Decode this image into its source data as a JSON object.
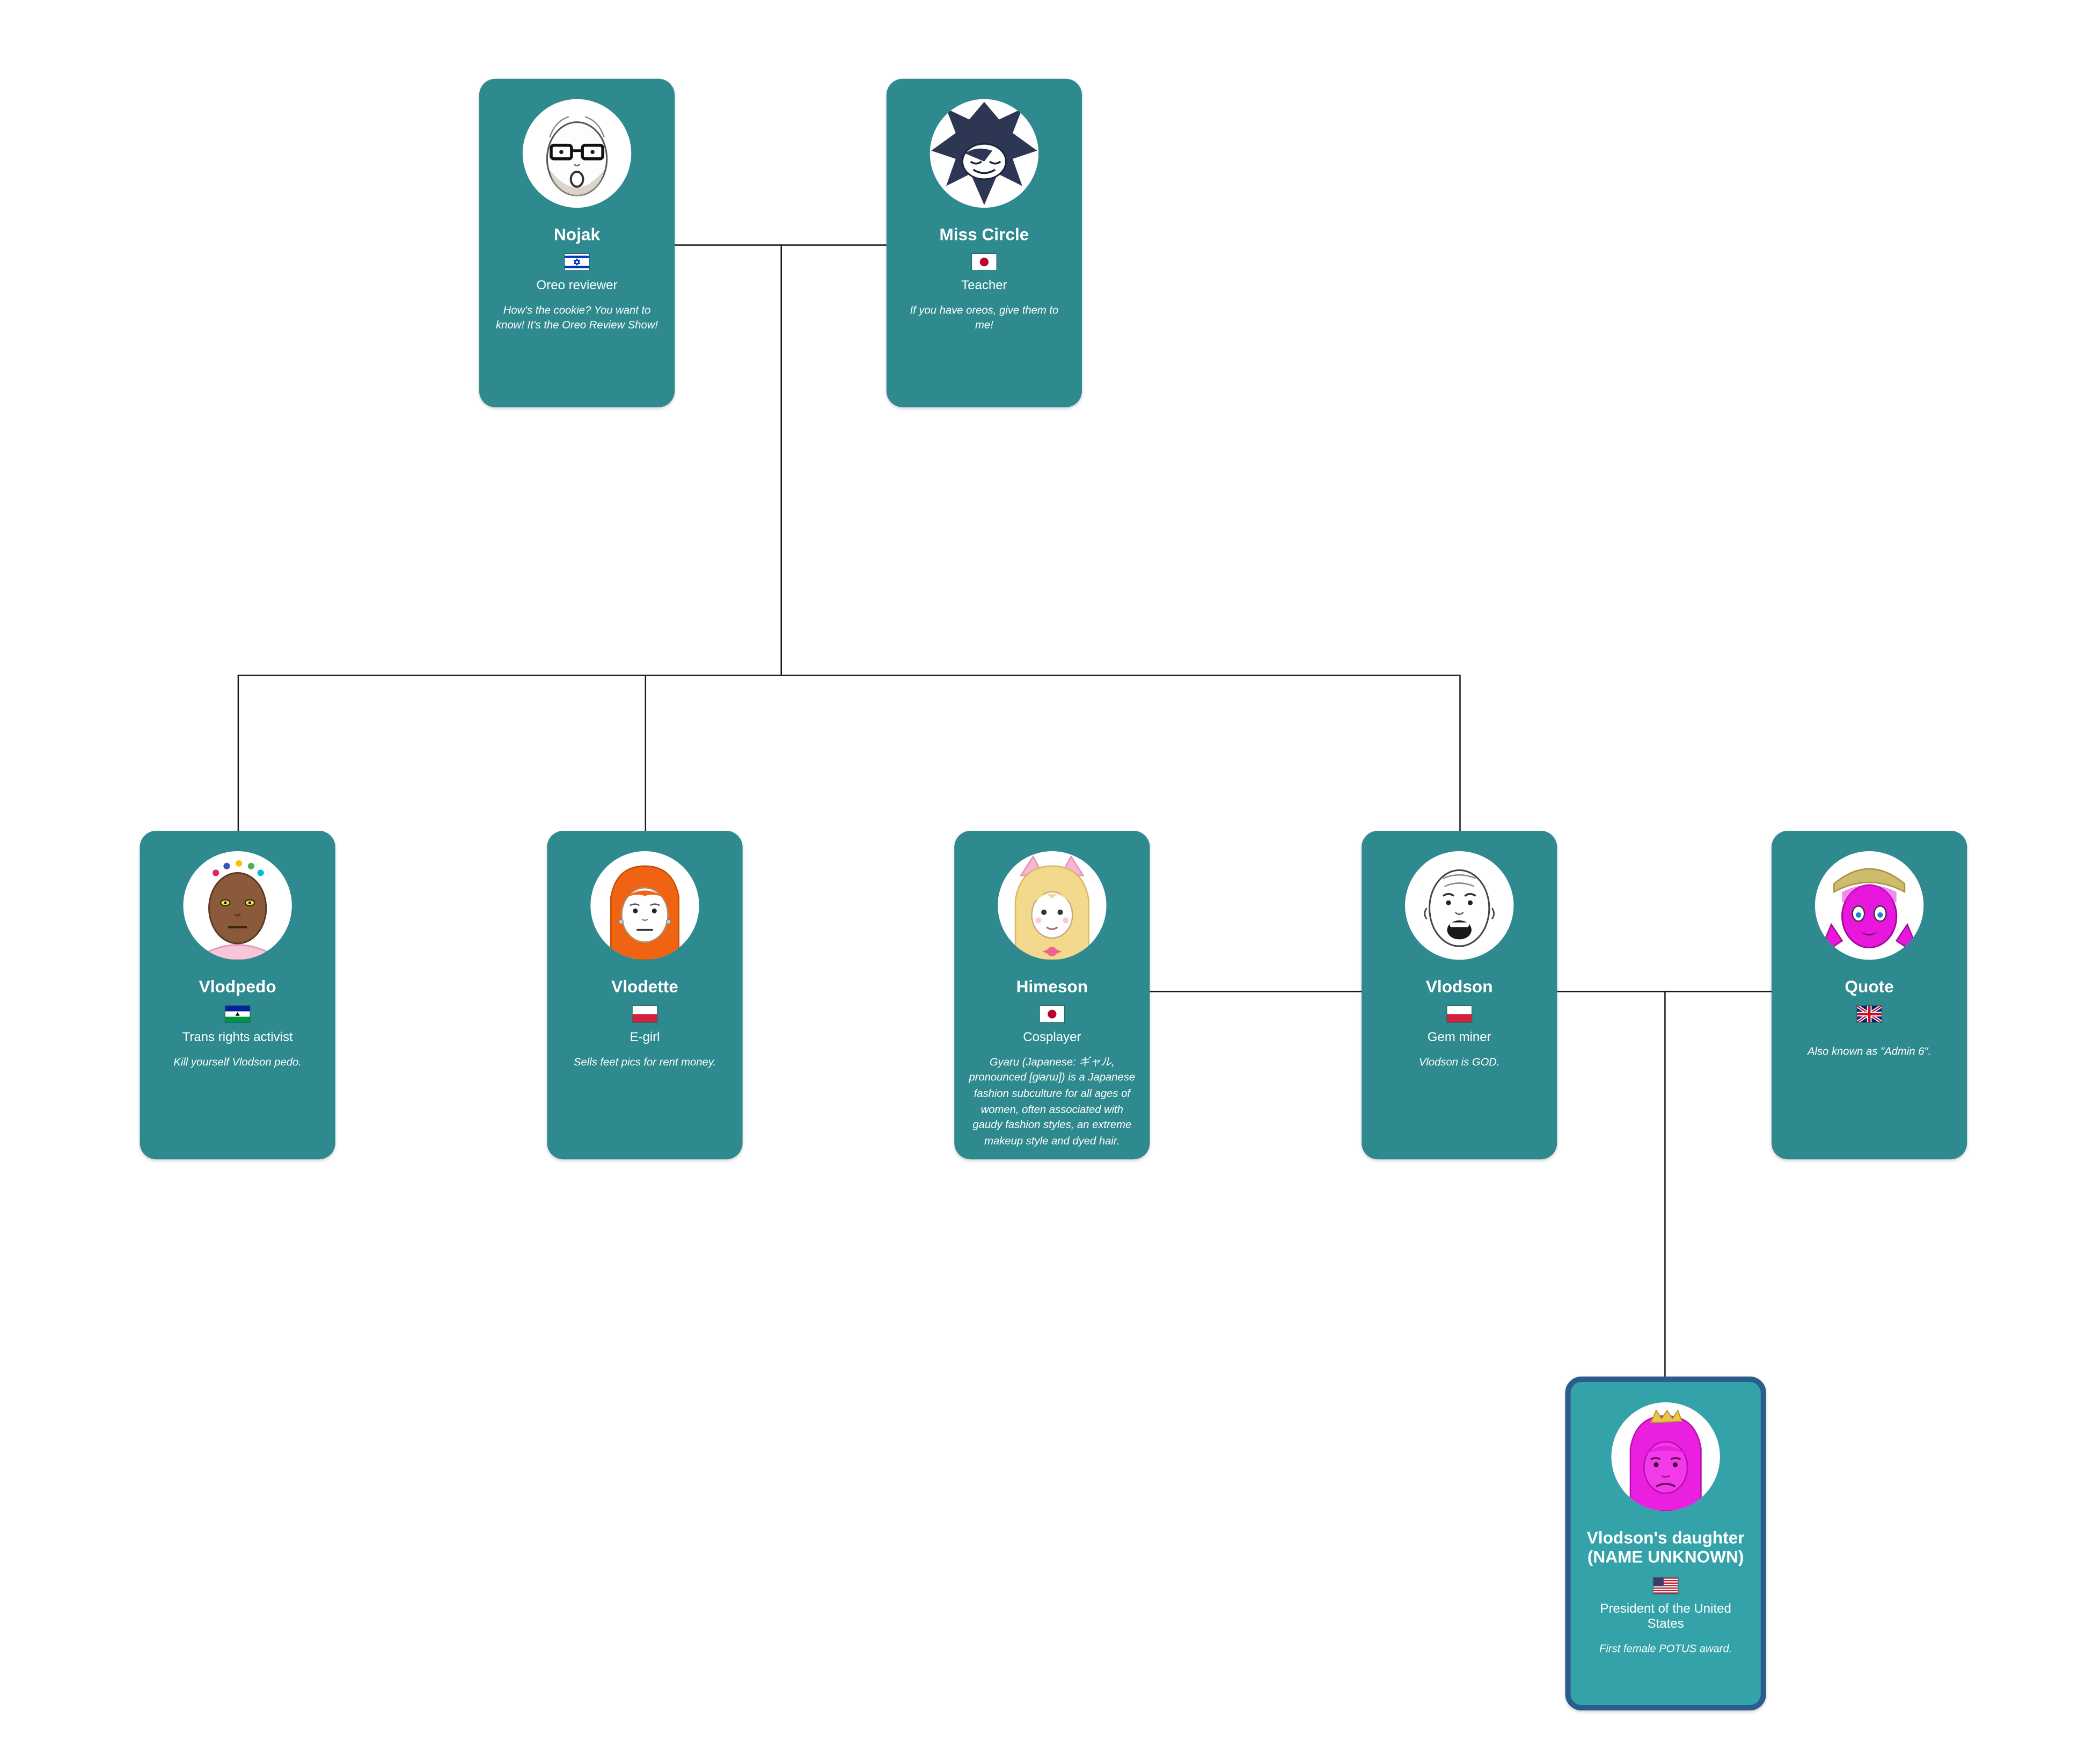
{
  "page": {
    "background_color": "#ffffff",
    "line_color": "#1a1a1a"
  },
  "tree": {
    "card_color": "#2e8a8e",
    "highlight_card_color": "#33a3a9",
    "highlight_border_color": "#2b5d8c",
    "text_color": "#ffffff"
  },
  "people": [
    {
      "name": "Nojak",
      "flag": "israel",
      "role": "Oreo reviewer",
      "quote": "How's the cookie? You want to know! It's the Oreo Review Show!",
      "avatar": "nojak-wojak-glasses-beard"
    },
    {
      "name": "Miss Circle",
      "flag": "japan",
      "role": "Teacher",
      "quote": "If you have oreos, give them to me!",
      "avatar": "miss-circle-dark-spiky-hair"
    },
    {
      "name": "Vlodpedo",
      "flag": "lesotho",
      "role": "Trans rights activist",
      "quote": "Kill yourself Vlodson pedo.",
      "avatar": "vlodpedo-brown-skin-pink-shirt"
    },
    {
      "name": "Vlodette",
      "flag": "poland",
      "role": "E-girl",
      "quote": "Sells feet pics for rent money.",
      "avatar": "vlodette-orange-hair"
    },
    {
      "name": "Himeson",
      "flag": "japan",
      "role": "Cosplayer",
      "quote": "Gyaru (Japanese: ギャル, pronounced [ɡʲaɾɯ]) is a Japanese fashion subculture for all ages of women, often associated with gaudy fashion styles, an extreme makeup style and dyed hair.",
      "avatar": "himeson-blonde-cat-ears"
    },
    {
      "name": "Vlodson",
      "flag": "poland",
      "role": "Gem miner",
      "quote": "Vlodson is GOD.",
      "avatar": "vlodson-bald-wojak"
    },
    {
      "name": "Quote",
      "flag": "uk",
      "role": "",
      "quote": "Also known as \"Admin 6\".",
      "avatar": "quote-magenta-hat"
    },
    {
      "name": "Vlodson's daughter (NAME UNKNOWN)",
      "flag": "us",
      "role": "President of the United States",
      "quote": "First female POTUS award.",
      "avatar": "daughter-magenta-crown"
    }
  ]
}
